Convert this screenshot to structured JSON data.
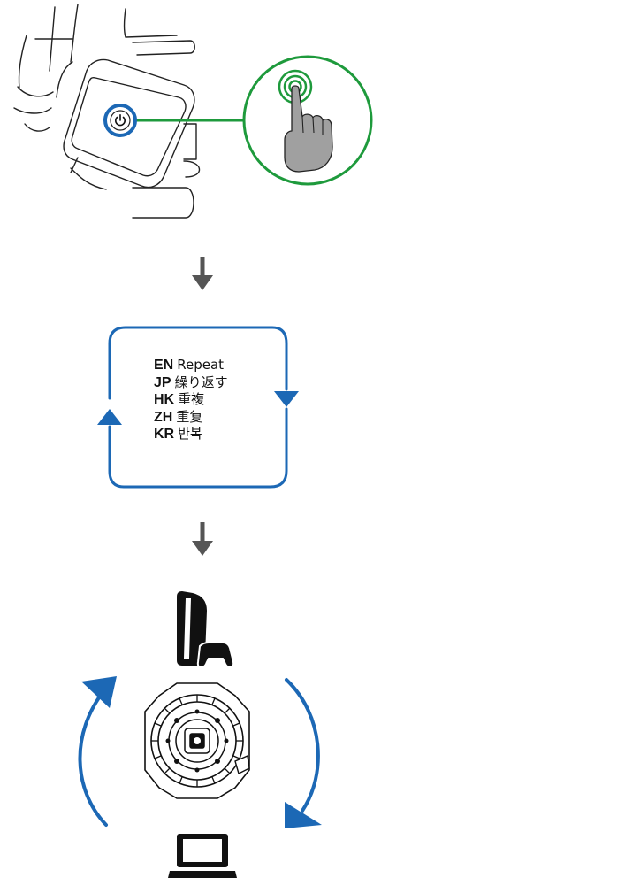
{
  "colors": {
    "accent_green": "#1e9a3c",
    "accent_blue": "#1c68b5",
    "arrow_gray": "#555555",
    "line_dark": "#222222",
    "finger_gray": "#a0a0a0"
  },
  "icons": {
    "power": "power-icon",
    "touch": "touch-press-icon",
    "console": "console-with-controller-icon",
    "wheel_base": "wheel-base-icon",
    "pc": "laptop-icon"
  },
  "repeat_box": {
    "lines": [
      {
        "code": "EN",
        "text": "Repeat"
      },
      {
        "code": "JP",
        "text": "繰り返す"
      },
      {
        "code": "HK",
        "text": "重複"
      },
      {
        "code": "ZH",
        "text": "重复"
      },
      {
        "code": "KR",
        "text": "반복"
      }
    ]
  }
}
